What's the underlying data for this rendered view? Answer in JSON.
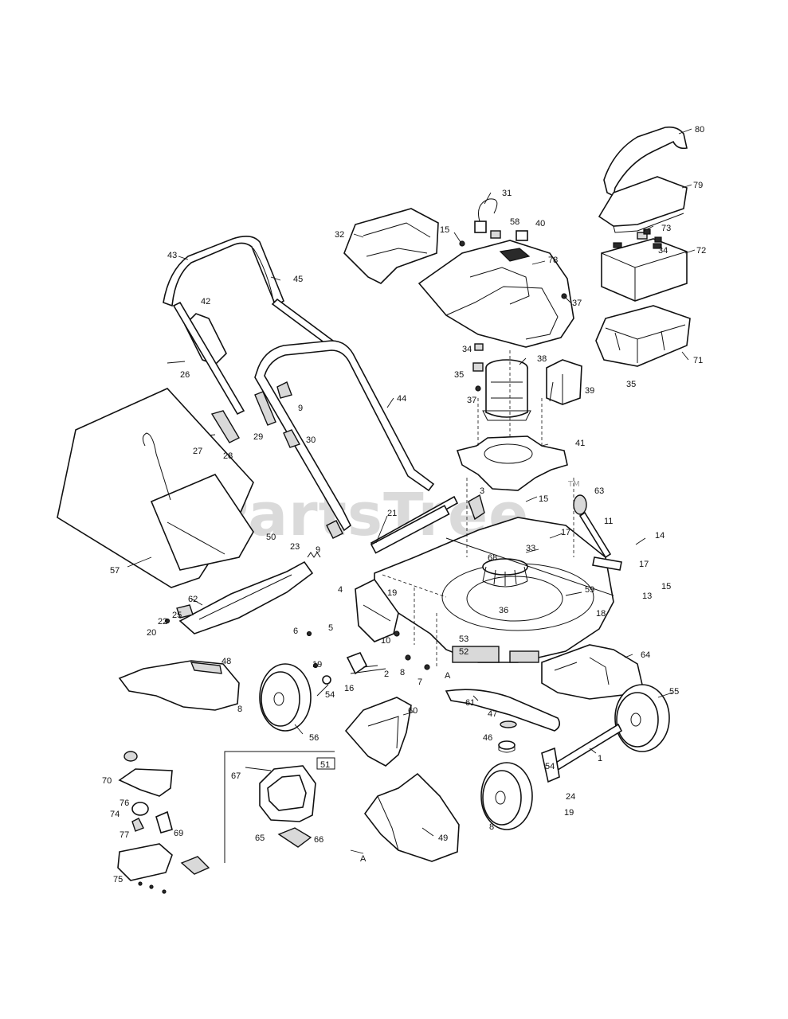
{
  "watermark": {
    "text": "PartsTree",
    "trademark": "TM"
  },
  "callouts": {
    "c80": "80",
    "c79": "79",
    "c73": "73",
    "c34a": "34",
    "c72": "72",
    "c71": "71",
    "c35a": "35",
    "c31": "31",
    "c58": "58",
    "c40": "40",
    "c32": "32",
    "c15a": "15",
    "c78": "78",
    "c37a": "37",
    "c34b": "34",
    "c35b": "35",
    "c38": "38",
    "c39": "39",
    "c37b": "37",
    "c43": "43",
    "c42": "42",
    "c45": "45",
    "c26": "26",
    "c9a": "9",
    "c44": "44",
    "c29": "29",
    "c30": "30",
    "c27": "27",
    "c28": "28",
    "c41": "41",
    "c3": "3",
    "c15b": "15",
    "c63": "63",
    "c11": "11",
    "c21": "21",
    "c17a": "17",
    "c50": "50",
    "c9b": "9",
    "c23": "23",
    "c33": "33",
    "c14": "14",
    "c17b": "17",
    "c57": "57",
    "c68": "68",
    "c15c": "15",
    "c13": "13",
    "c62": "62",
    "c4": "4",
    "c19a": "19",
    "c59": "59",
    "c36": "36",
    "c18": "18",
    "c22": "22",
    "c25": "25",
    "c20": "20",
    "c6": "6",
    "c5": "5",
    "c10": "10",
    "c64": "64",
    "c53": "53",
    "c52": "52",
    "c19b": "19",
    "c2": "2",
    "c8a": "8",
    "c7": "7",
    "cA1": "A",
    "c48": "48",
    "c16": "16",
    "c54a": "54",
    "c61": "61",
    "c55": "55",
    "c8b": "8",
    "c56": "56",
    "c60": "60",
    "c47": "47",
    "c46": "46",
    "c1": "1",
    "c51": "51",
    "c67": "67",
    "c70": "70",
    "c76": "76",
    "c74": "74",
    "c69": "69",
    "c77": "77",
    "c65": "65",
    "c66": "66",
    "c75": "75",
    "c54b": "54",
    "c24": "24",
    "c19c": "19",
    "c8c": "8",
    "c49": "49",
    "cA2": "A"
  }
}
